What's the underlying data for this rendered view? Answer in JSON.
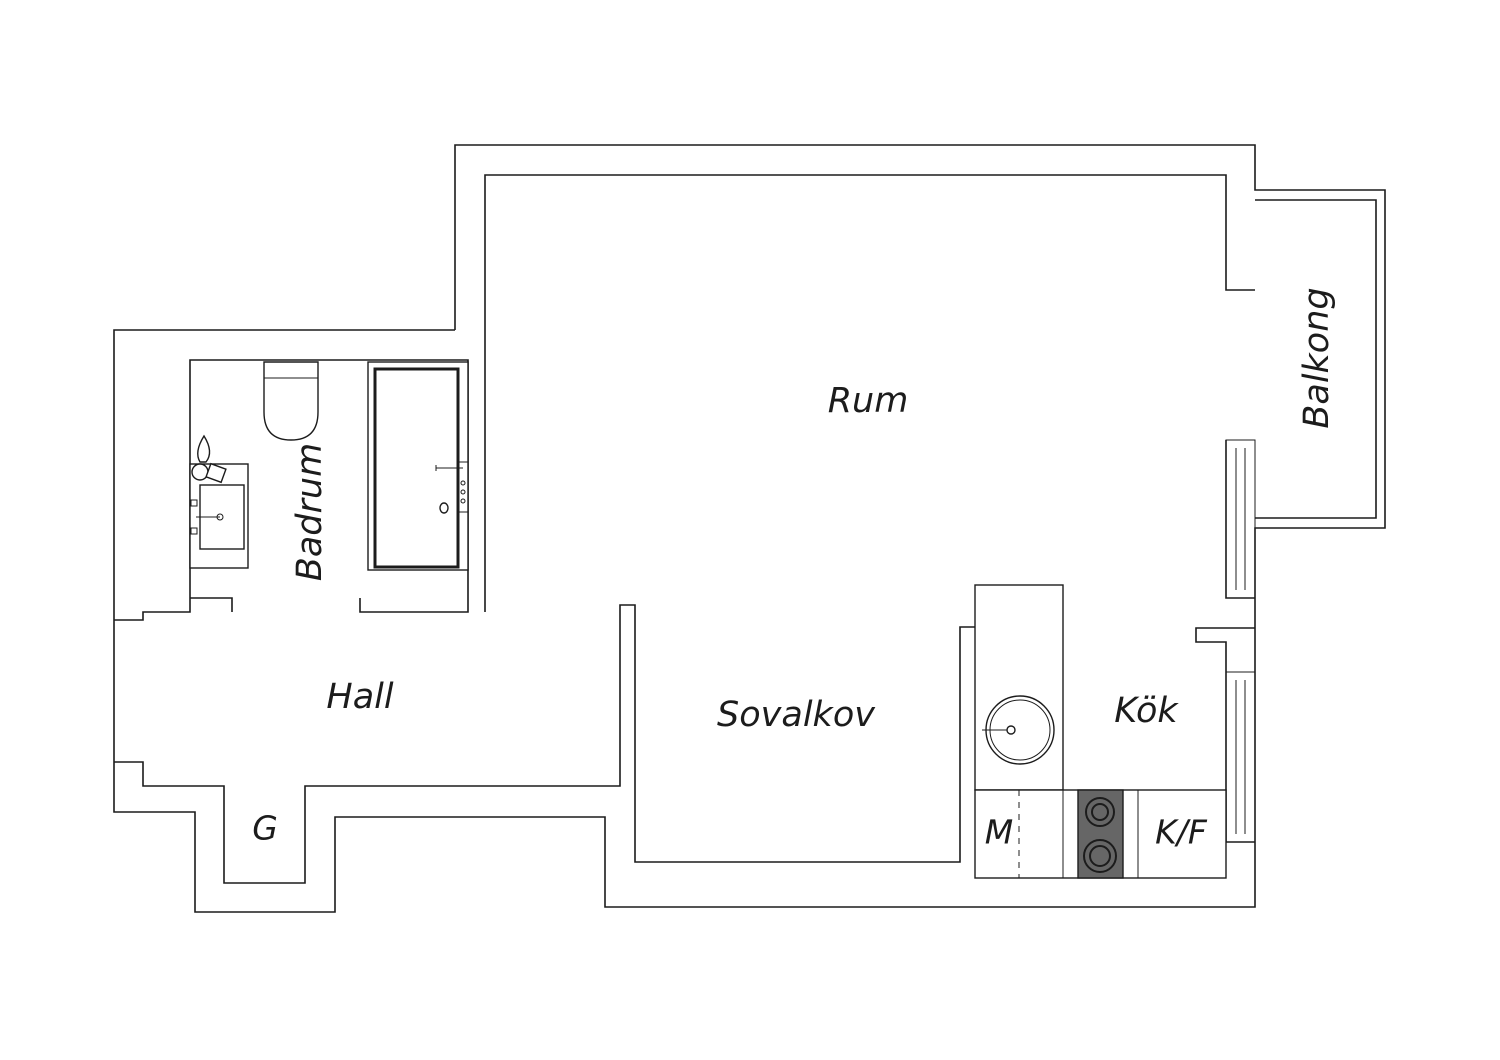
{
  "rooms": {
    "rum": "Rum",
    "balkong": "Balkong",
    "badrum": "Badrum",
    "hall": "Hall",
    "sovalkov": "Sovalkov",
    "kok": "Kök",
    "garderob": "G",
    "mikro": "M",
    "kyl_frys": "K/F"
  },
  "colors": {
    "line": "#1c1c1c",
    "background": "#ffffff",
    "stove": "#666666"
  }
}
